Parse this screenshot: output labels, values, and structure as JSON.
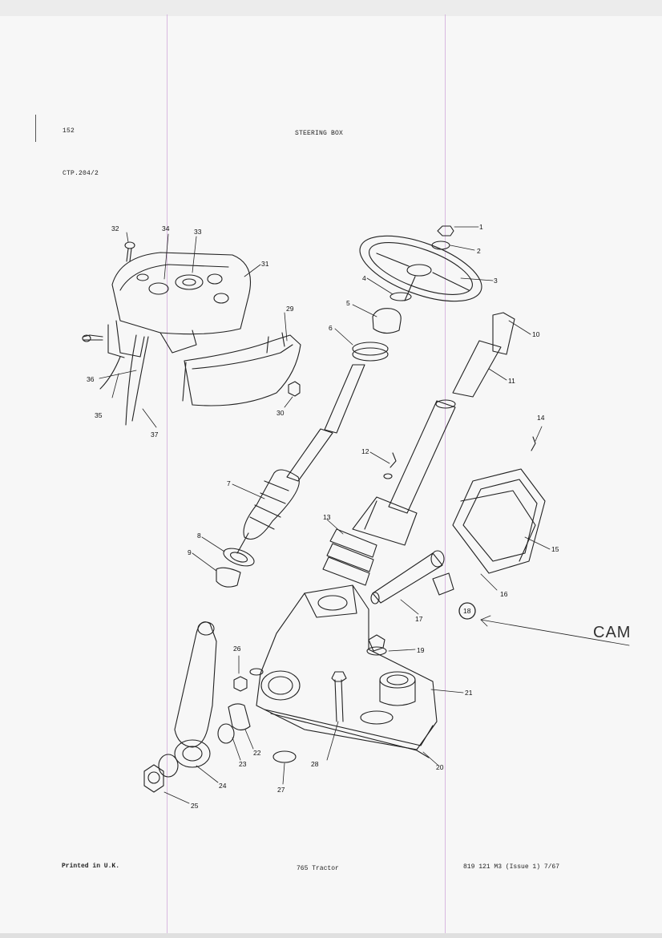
{
  "header": {
    "page_number": "152",
    "title": "STEERING BOX",
    "ref_code": "CTP.204/2"
  },
  "footer": {
    "printed": "Printed in U.K.",
    "model": "765 Tractor",
    "doc_ref": "819 121 M3 (Issue 1) 7/67"
  },
  "annotation": {
    "handwritten_label": "CAM"
  },
  "callouts": [
    "1",
    "2",
    "3",
    "4",
    "5",
    "6",
    "7",
    "8",
    "9",
    "10",
    "11",
    "12",
    "13",
    "14",
    "15",
    "16",
    "17",
    "18",
    "19",
    "20",
    "21",
    "22",
    "23",
    "24",
    "25",
    "26",
    "27",
    "28",
    "29",
    "30",
    "31",
    "32",
    "33",
    "34",
    "35",
    "36",
    "37"
  ]
}
